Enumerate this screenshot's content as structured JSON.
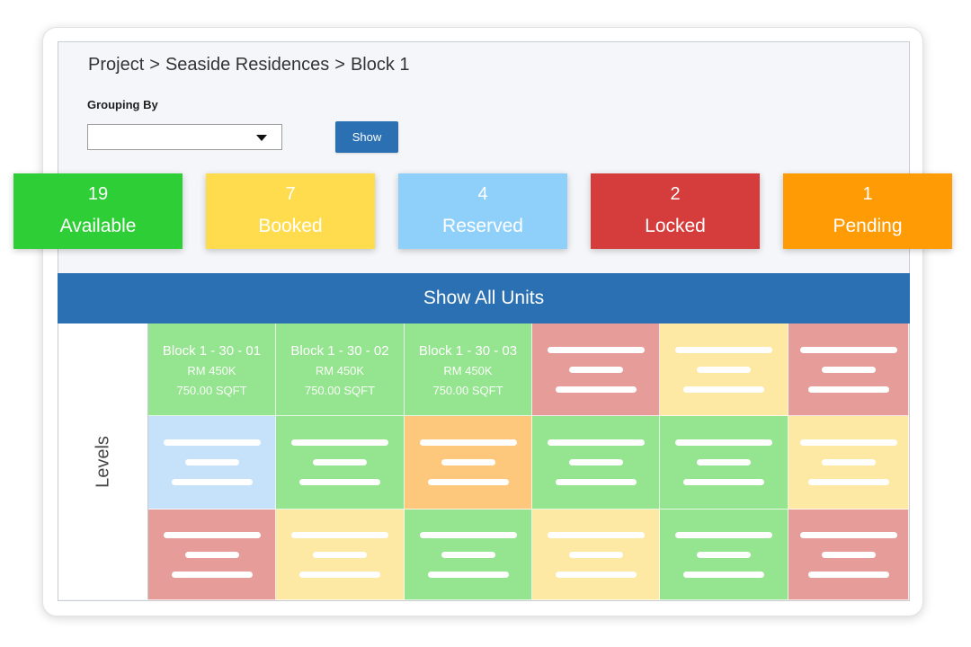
{
  "breadcrumb": {
    "items": [
      "Project",
      "Seaside Residences",
      "Block 1"
    ],
    "separator": ">"
  },
  "grouping": {
    "label": "Grouping By",
    "selected": "",
    "button_label": "Show"
  },
  "colors": {
    "accent": "#2a70b2"
  },
  "status_cards": [
    {
      "count": 19,
      "label": "Available",
      "color": "#2ecf36"
    },
    {
      "count": 7,
      "label": "Booked",
      "color": "#fedc4e"
    },
    {
      "count": 4,
      "label": "Reserved",
      "color": "#8fd0fa"
    },
    {
      "count": 2,
      "label": "Locked",
      "color": "#d43d3c"
    },
    {
      "count": 1,
      "label": "Pending",
      "color": "#fe9b05"
    }
  ],
  "units": {
    "header_label": "Show All Units",
    "levels_label": "Levels",
    "rows": [
      [
        {
          "color": "#95e48f",
          "title": "Block 1 - 30 - 01",
          "price": "RM 450K",
          "area": "750.00 SQFT"
        },
        {
          "color": "#95e48f",
          "title": "Block 1 - 30 - 02",
          "price": "RM 450K",
          "area": "750.00 SQFT"
        },
        {
          "color": "#95e48f",
          "title": "Block 1 - 30 - 03",
          "price": "RM 450K",
          "area": "750.00 SQFT"
        },
        {
          "color": "#e69d9a"
        },
        {
          "color": "#fde9a3"
        },
        {
          "color": "#e69d9a"
        }
      ],
      [
        {
          "color": "#c5e2fa"
        },
        {
          "color": "#95e48f"
        },
        {
          "color": "#fdc77c"
        },
        {
          "color": "#95e48f"
        },
        {
          "color": "#95e48f"
        },
        {
          "color": "#fde9a3"
        }
      ],
      [
        {
          "color": "#e69d9a"
        },
        {
          "color": "#fde9a3"
        },
        {
          "color": "#95e48f"
        },
        {
          "color": "#fde9a3"
        },
        {
          "color": "#95e48f"
        },
        {
          "color": "#e69d9a"
        }
      ]
    ]
  }
}
